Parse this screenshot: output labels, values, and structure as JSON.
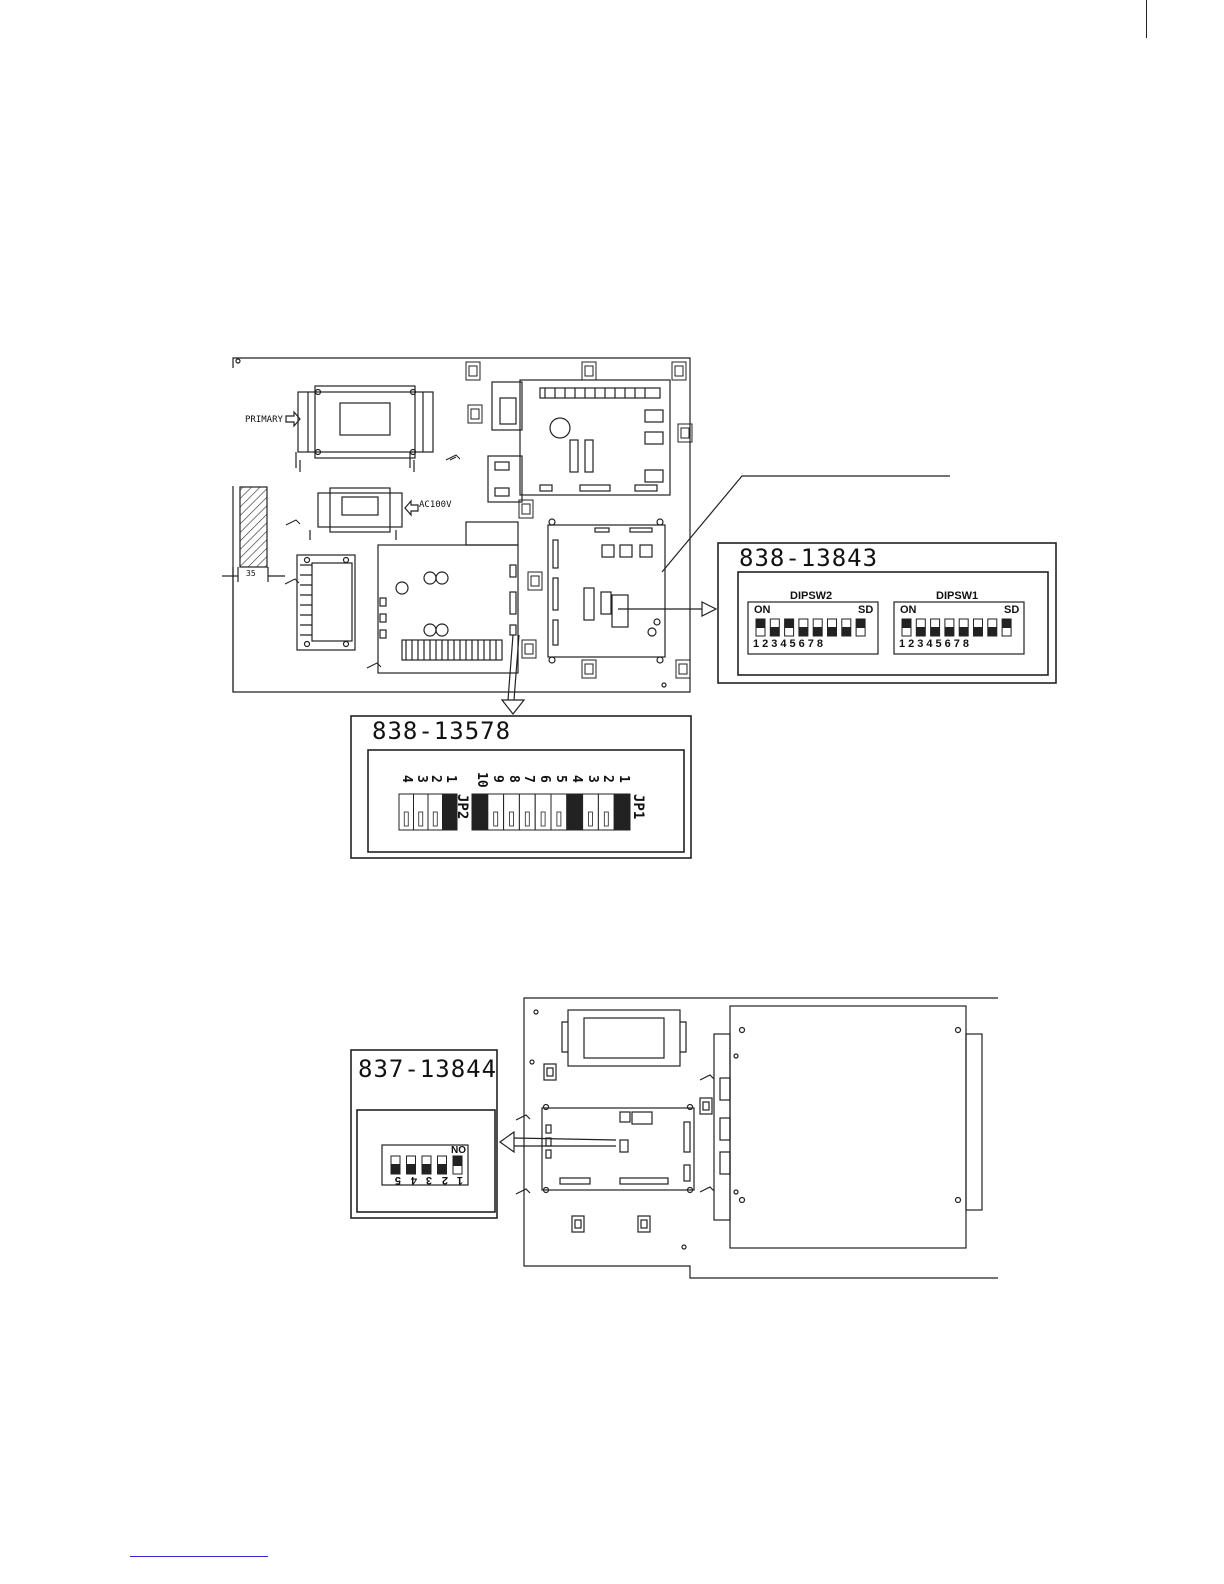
{
  "board_labels": {
    "primary": "PRIMARY",
    "ac100v": "AC100V",
    "dimension": "35"
  },
  "box_838_13843": {
    "title": "838-13843",
    "dipsw2": {
      "name": "DIPSW2",
      "on_label": "ON",
      "sd_label": "SD",
      "numbers": "12345678",
      "on_positions": [
        1,
        3,
        8
      ]
    },
    "dipsw1": {
      "name": "DIPSW1",
      "on_label": "ON",
      "sd_label": "SD",
      "numbers": "12345678",
      "on_positions": [
        1,
        8
      ]
    }
  },
  "box_838_13578": {
    "title": "838-13578",
    "jp2": {
      "name": "JP2",
      "pins": [
        "4",
        "3",
        "2",
        "1"
      ],
      "filled": [
        "1"
      ]
    },
    "jp1": {
      "name": "JP1",
      "pins": [
        "10",
        "9",
        "8",
        "7",
        "6",
        "5",
        "4",
        "3",
        "2",
        "1"
      ],
      "filled": [
        "10",
        "4",
        "1"
      ]
    }
  },
  "box_837_13844": {
    "title": "837-13844",
    "numbers": [
      "5",
      "4",
      "3",
      "2",
      "1"
    ],
    "on_label": "ON",
    "on_positions": [
      1
    ]
  }
}
